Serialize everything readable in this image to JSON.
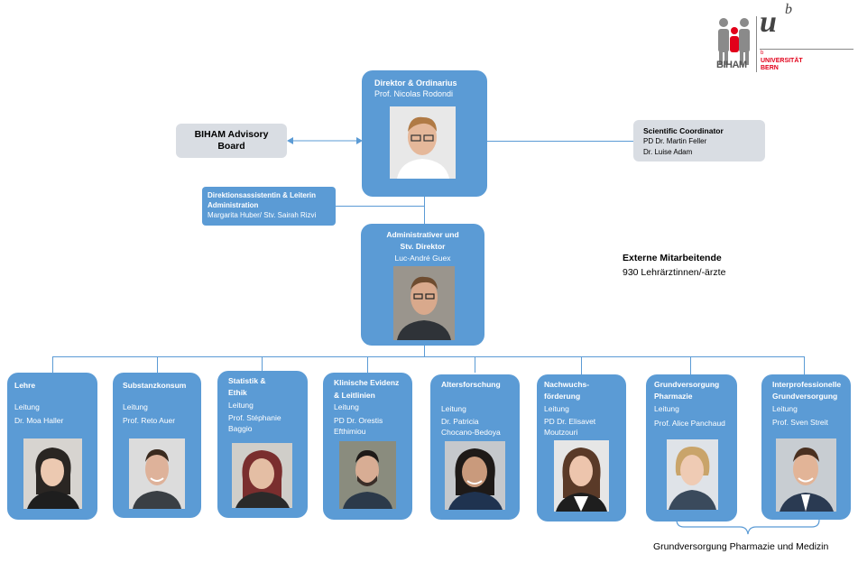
{
  "logo": {
    "biham_text": "BIHAM",
    "unibern_u": "u",
    "unibern_b": "b",
    "unibern_line1": "UNIVERSITÄT",
    "unibern_line2": "BERN",
    "unibern_prefix": "b"
  },
  "director": {
    "title": "Direktor & Ordinarius",
    "name": "Prof.  Nicolas Rodondi"
  },
  "advisory": {
    "label_line1": "BIHAM Advisory",
    "label_line2": "Board"
  },
  "scientific": {
    "title": "Scientific Coordinator",
    "person1": "PD Dr. Martin Feller",
    "person2": "Dr. Luise Adam"
  },
  "assistant": {
    "title_line1": "Direktionsassistentin & Leiterin",
    "title_line2": "Administration",
    "names": "Margarita Huber/ Stv. Sairah Rizvi"
  },
  "admin_director": {
    "title_line1": "Administrativer und",
    "title_line2": "Stv. Direktor",
    "name": "Luc-André Guex"
  },
  "external": {
    "title": "Externe Mitarbeitende",
    "text": "930 Lehrärztinnen/-ärzte"
  },
  "departments": [
    {
      "title1": "Lehre",
      "title2": "",
      "role": "Leitung",
      "name1": "Dr. Moa Haller",
      "name2": ""
    },
    {
      "title1": "Substanzkonsum",
      "title2": "",
      "role": "Leitung",
      "name1": "Prof. Reto Auer",
      "name2": ""
    },
    {
      "title1": "Statistik &",
      "title2": "Ethik",
      "role": "Leitung",
      "name1": "Prof. Stéphanie",
      "name2": "Baggio"
    },
    {
      "title1": "Klinische Evidenz",
      "title2": "& Leitlinien",
      "role": "Leitung",
      "name1": "PD Dr. Orestis",
      "name2": "Efthimiou"
    },
    {
      "title1": "Altersforschung",
      "title2": "",
      "role": "Leitung",
      "name1": "Dr. Patricia",
      "name2": "Chocano-Bedoya"
    },
    {
      "title1": "Nachwuchs-",
      "title2": "förderung",
      "role": "Leitung",
      "name1": "PD Dr. Elisavet",
      "name2": "Moutzouri"
    },
    {
      "title1": "Grundversorgung",
      "title2": "Pharmazie",
      "role": "Leitung",
      "name1": "Prof. Alice Panchaud",
      "name2": ""
    },
    {
      "title1": "Interprofessionelle",
      "title2": "Grundversorgung",
      "role": "Leitung",
      "name1": "Prof. Sven Streit",
      "name2": ""
    }
  ],
  "bracket_label": "Grundversorgung Pharmazie und Medizin",
  "colors": {
    "box_blue": "#5b9bd5",
    "gray_box": "#d9dde3",
    "bern_red": "#e2001a"
  }
}
